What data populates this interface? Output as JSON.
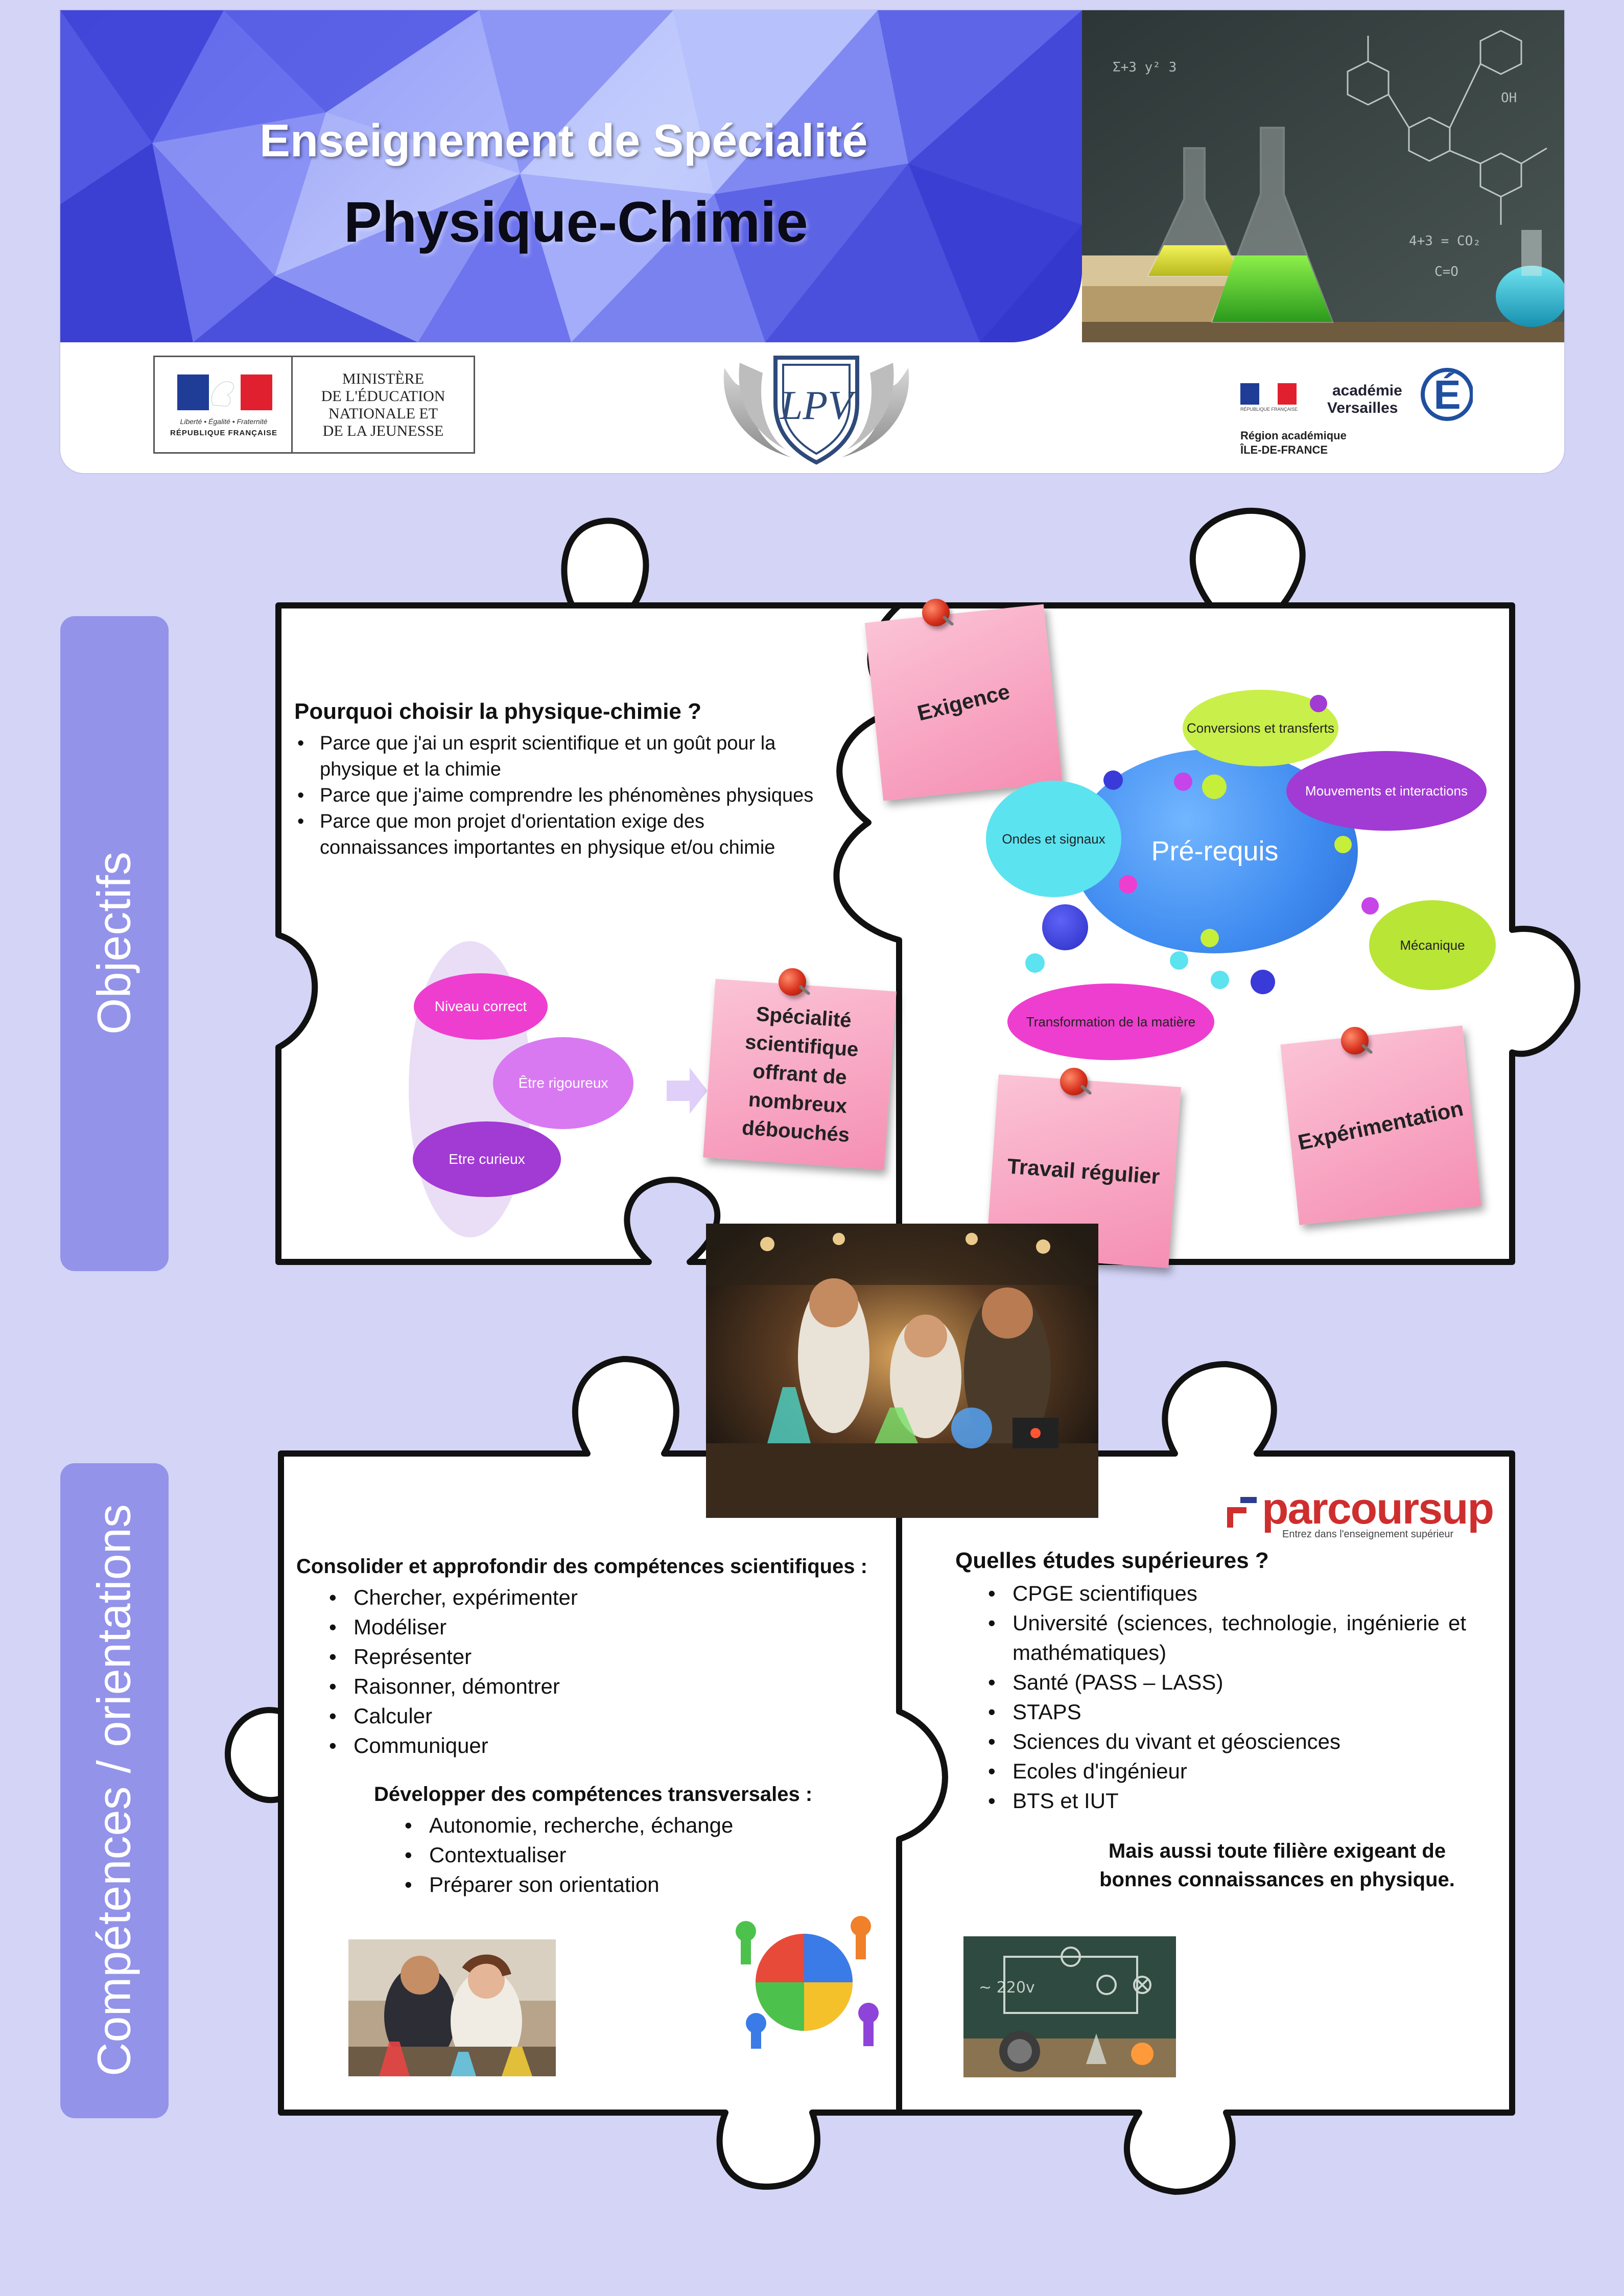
{
  "header": {
    "title_line1": "Enseignement de Spécialité",
    "title_line2": "Physique-Chimie",
    "ministere": [
      "MINISTÈRE",
      "DE L'ÉDUCATION",
      "NATIONALE ET",
      "DE LA JEUNESSE"
    ],
    "rf_motto": "Liberté • Égalité • Fraternité",
    "rf_name": "RÉPUBLIQUE FRANÇAISE",
    "lpv_monogram": "LPV",
    "academie_line1": "académie",
    "academie_line2": "Versailles",
    "academie_letter": "É",
    "region_line1": "Région académique",
    "region_line2": "ÎLE-DE-FRANCE"
  },
  "sections": {
    "objectifs": "Objectifs",
    "competences": "Compétences / orientations"
  },
  "pourquoi": {
    "title": "Pourquoi choisir la physique-chimie ?",
    "items": [
      "Parce que  j'ai un esprit scientifique et un goût pour la physique et la chimie",
      "Parce que j'aime comprendre les phénomènes physiques",
      "Parce que mon projet d'orientation exige des connaissances importantes en physique et/ou chimie"
    ]
  },
  "qualites": {
    "niveau": "Niveau correct",
    "rigoureux": "Être rigoureux",
    "curieux": "Etre curieux",
    "result_note": "Spécialité scientifique offrant de nombreux débouchés"
  },
  "notes": {
    "exigence": "Exigence",
    "travail": "Travail régulier",
    "experimentation": "Expérimentation"
  },
  "prerequis": {
    "center": "Pré-requis",
    "conversions": "Conversions et transferts",
    "mouvements": "Mouvements et interactions",
    "ondes": "Ondes et signaux",
    "mecanique": "Mécanique",
    "transformation": "Transformation de la matière"
  },
  "competences": {
    "title": "Consolider et approfondir des compétences scientifiques :",
    "items": [
      "Chercher, expérimenter",
      "Modéliser",
      "Représenter",
      "Raisonner, démontrer",
      "Calculer",
      "Communiquer"
    ],
    "transversal_title": "Développer des compétences transversales :",
    "transversal_items": [
      "Autonomie, recherche, échange",
      "Contextualiser",
      "Préparer son orientation"
    ]
  },
  "etudes": {
    "title": "Quelles études supérieures ?",
    "items": [
      "CPGE scientifiques",
      "Université (sciences, technologie, ingénierie et mathématiques)",
      "Santé (PASS – LASS)",
      "STAPS",
      "Sciences du vivant et géosciences",
      "Ecoles d'ingénieur",
      "BTS et IUT"
    ],
    "mais_aussi": "Mais aussi toute filière exigeant de bonnes connaissances en physique."
  },
  "parcoursup": {
    "word": "parcoursup",
    "tagline": "Entrez dans l'enseignement supérieur"
  },
  "colors": {
    "background": "#d4d4f7",
    "side_tab": "#9393ea",
    "note_pink": "#f7a9c4",
    "magenta": "#ee3ecf",
    "violet": "#a23ad4",
    "blue_center": "#3f8bf0",
    "cyan": "#53e0ee",
    "lime": "#b9e537"
  }
}
